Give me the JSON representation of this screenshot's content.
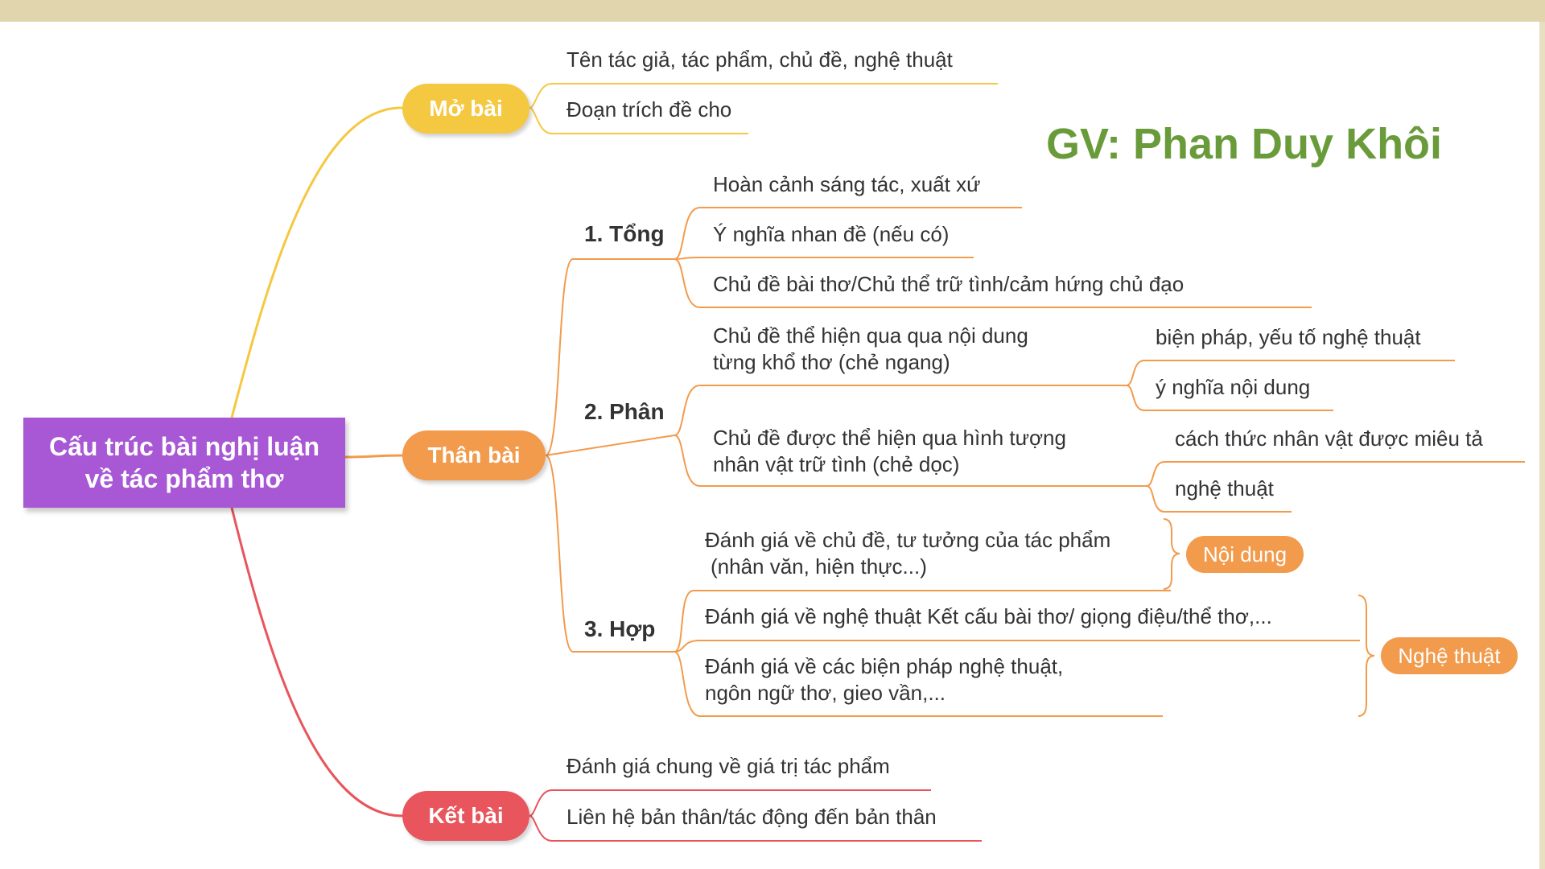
{
  "root": {
    "line1": "Cấu trúc bài nghị luận",
    "line2": "về tác phẩm thơ"
  },
  "teacher": "GV: Phan Duy Khôi",
  "mo_bai": {
    "label": "Mở bài",
    "items": [
      "Tên tác giả, tác phẩm, chủ đề, nghệ thuật",
      "Đoạn trích đề cho"
    ]
  },
  "than_bai": {
    "label": "Thân bài",
    "tong": {
      "label": "1. Tổng",
      "items": [
        "Hoàn cảnh sáng tác, xuất xứ",
        "Ý nghĩa nhan đề (nếu có)",
        "Chủ đề bài thơ/Chủ thể trữ tình/cảm hứng chủ đạo"
      ]
    },
    "phan": {
      "label": "2. Phân",
      "a": {
        "line1": "Chủ đề thể hiện qua qua nội dung",
        "line2": "từng khổ thơ (chẻ ngang)",
        "subs": [
          "biện pháp, yếu tố nghệ thuật",
          "ý nghĩa nội dung"
        ]
      },
      "b": {
        "line1": "Chủ đề được thể hiện qua hình tượng",
        "line2": "nhân vật trữ tình (chẻ dọc)",
        "subs": [
          "cách thức nhân vật được miêu tả",
          "nghệ thuật"
        ]
      }
    },
    "hop": {
      "label": "3. Hợp",
      "a": {
        "line1": "Đánh giá về chủ đề, tư tưởng của tác phẩm",
        "line2": "(nhân văn, hiện thực...)"
      },
      "b": "Đánh giá về nghệ thuật Kết cấu bài thơ/ giọng điệu/thể thơ,...",
      "c": {
        "line1": "Đánh giá về các biện pháp nghệ thuật,",
        "line2": "ngôn ngữ thơ, gieo vần,..."
      },
      "tag_content": "Nội dung",
      "tag_art": "Nghệ thuật"
    }
  },
  "ket_bai": {
    "label": "Kết bài",
    "items": [
      "Đánh giá chung về giá trị tác phẩm",
      "Liên hệ bản thân/tác động đến bản thân"
    ]
  },
  "colors": {
    "yellow": "#f5c842",
    "orange": "#f29b4c",
    "red": "#e8555c",
    "purple": "#a857d5",
    "green": "#6a9b3b"
  }
}
